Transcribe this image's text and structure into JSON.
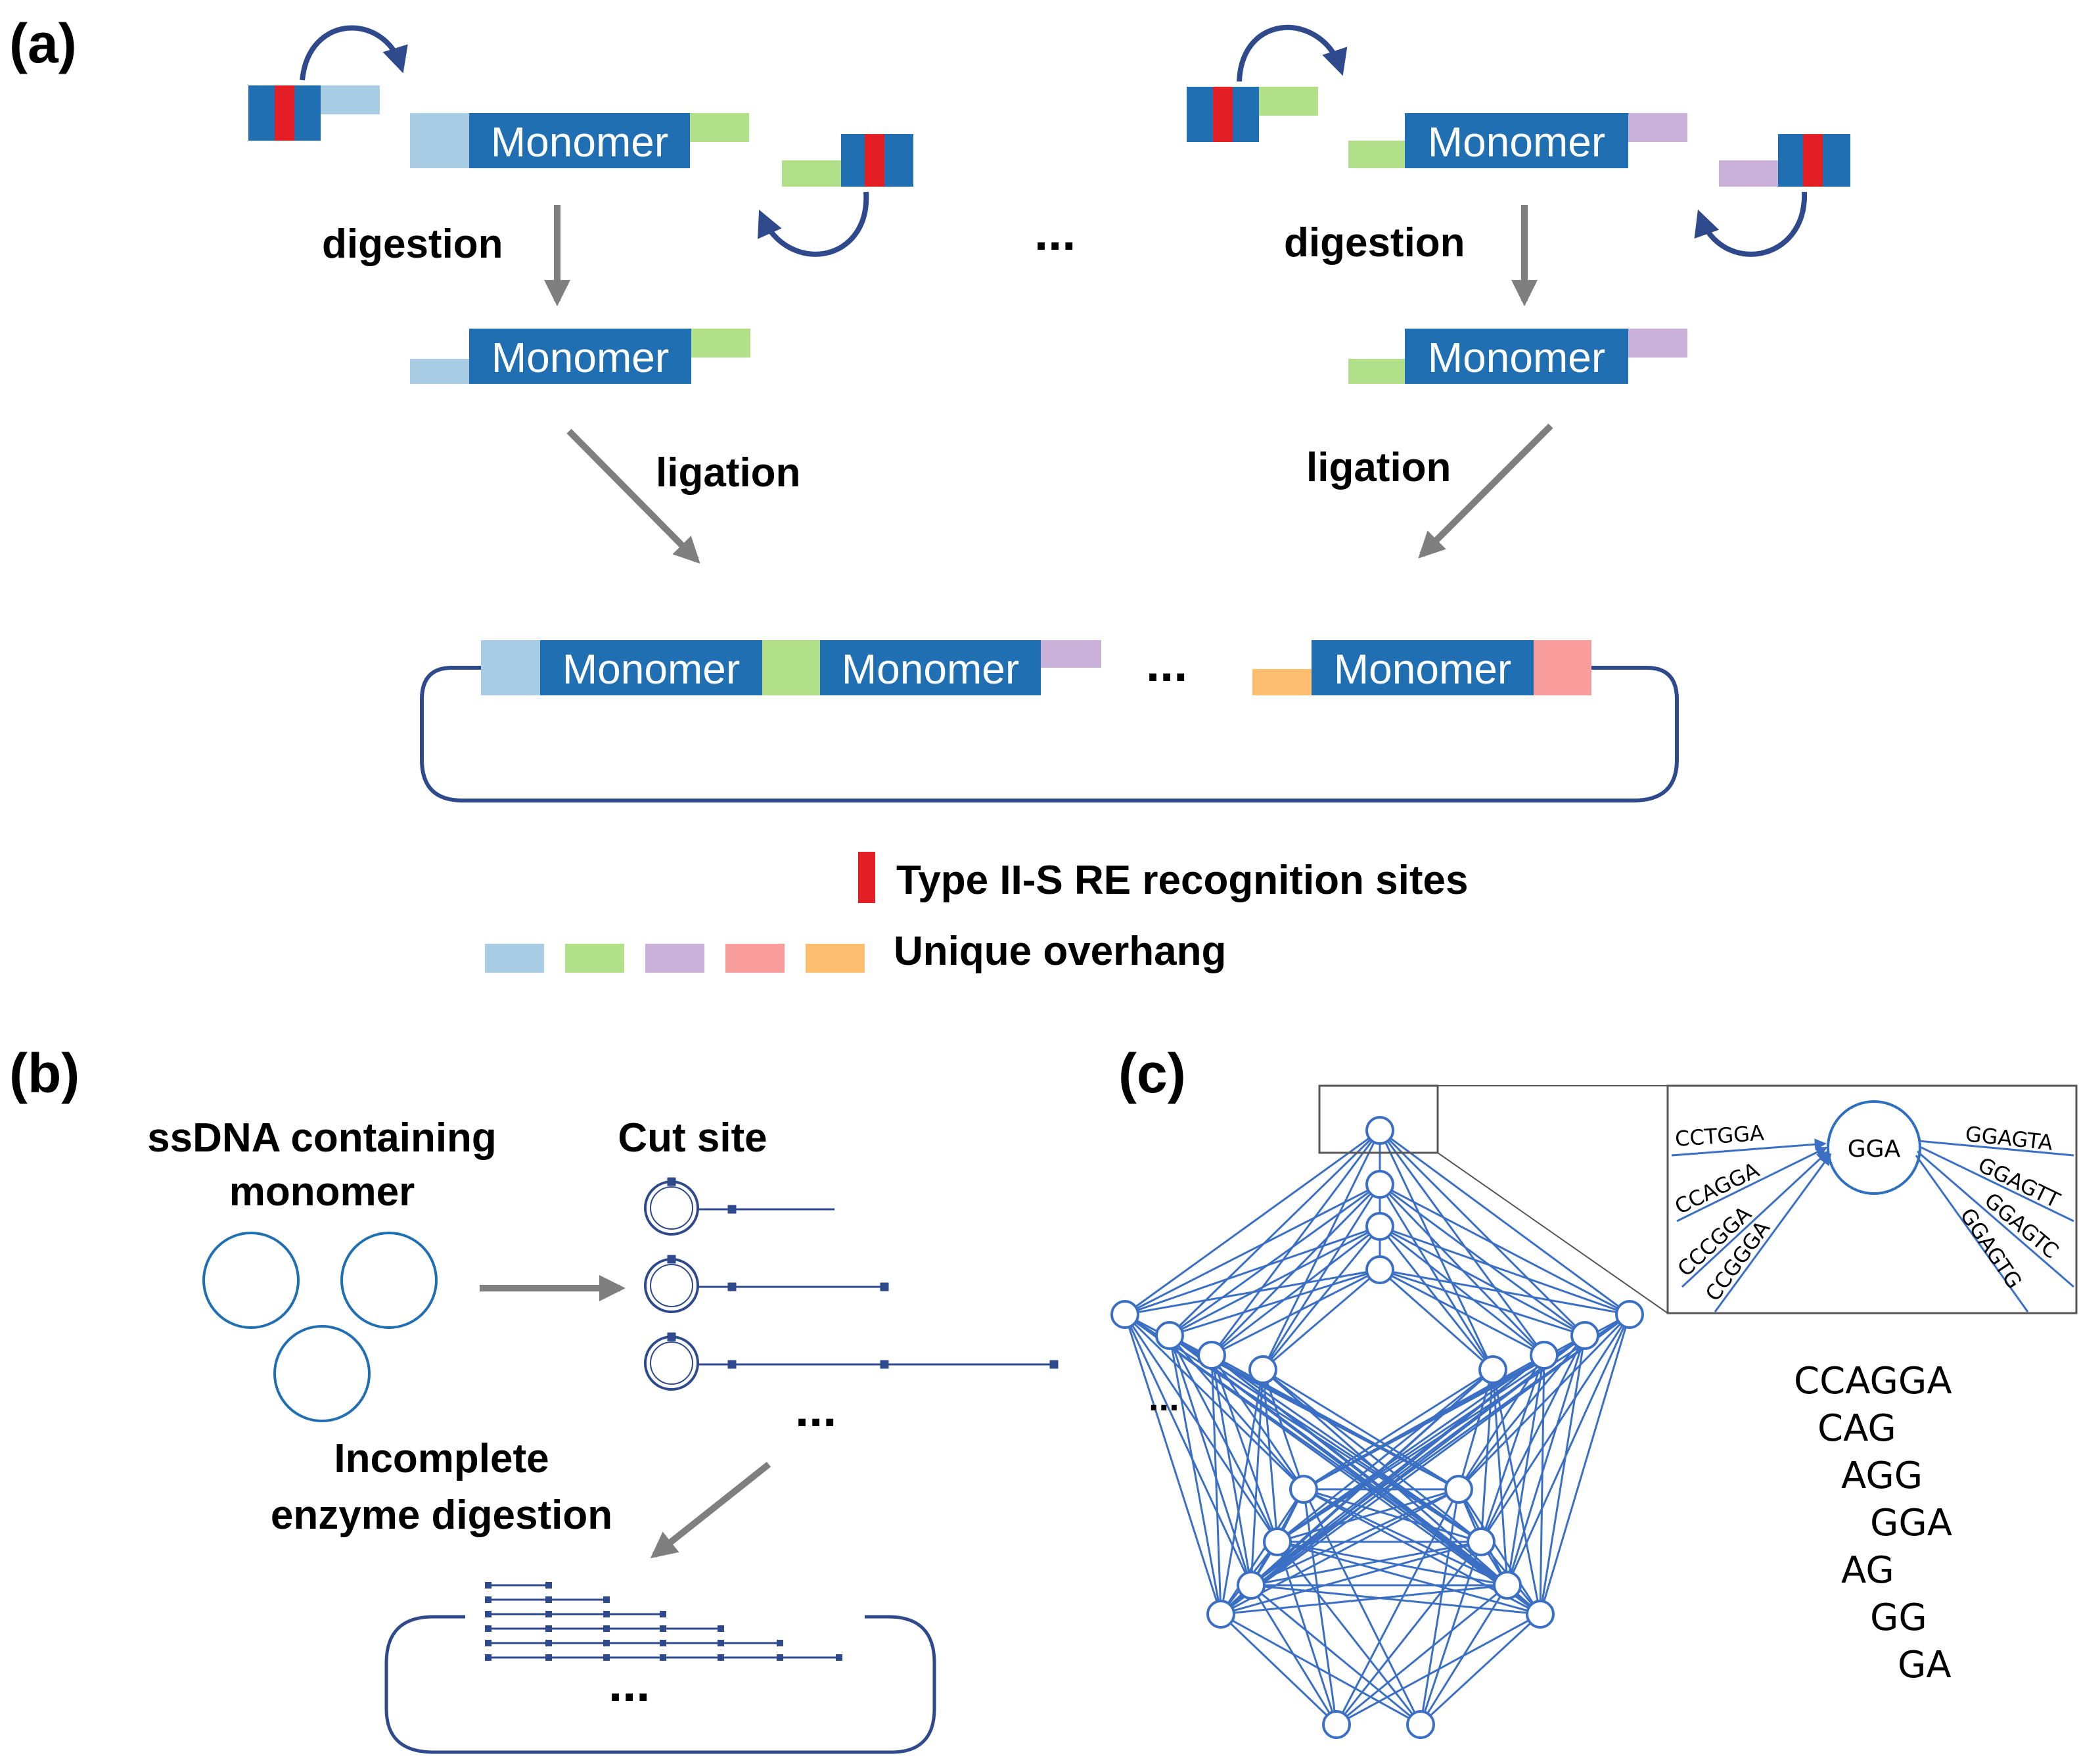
{
  "panel_a": {
    "label": "(a)",
    "digestion_label": "digestion",
    "ligation_label": "ligation",
    "monomer_label": "Monomer",
    "ellipsis": "...",
    "legend": {
      "recognition_label": "Type II-S RE recognition sites",
      "overhang_label": "Unique overhang"
    }
  },
  "panel_b": {
    "label": "(b)",
    "ssdna_label_line1": "ssDNA containing",
    "ssdna_label_line2": "monomer",
    "cut_site_label": "Cut site",
    "incomplete_line1": "Incomplete",
    "incomplete_line2": "enzyme digestion",
    "ellipsis": "..."
  },
  "panel_c": {
    "label": "(c)",
    "ellipsis": "...",
    "center_node": "GGA",
    "in_edges": [
      "CCTGGA",
      "CCAGGA",
      "CCCGGA",
      "CCGGGA"
    ],
    "out_edges": [
      "GGAGTA",
      "GGAGTT",
      "GGAGTC",
      "GGAGTG"
    ],
    "kmer_example": [
      "CCAGGA",
      "CAG",
      "AGG",
      "GGA",
      "AG",
      "GG",
      "GA"
    ]
  },
  "colors": {
    "monomer_blue": "#1f6fb2",
    "recognition_red": "#e31e24",
    "overhang_light_blue": "#a7cce4",
    "overhang_green": "#b2df8a",
    "overhang_purple": "#c9b1d9",
    "overhang_pink": "#f89c9c",
    "overhang_orange": "#fdbf6f",
    "arrow_gray": "#7f7f7f",
    "line_navy": "#2e4a8c",
    "graph_blue": "#3a6fc4"
  }
}
